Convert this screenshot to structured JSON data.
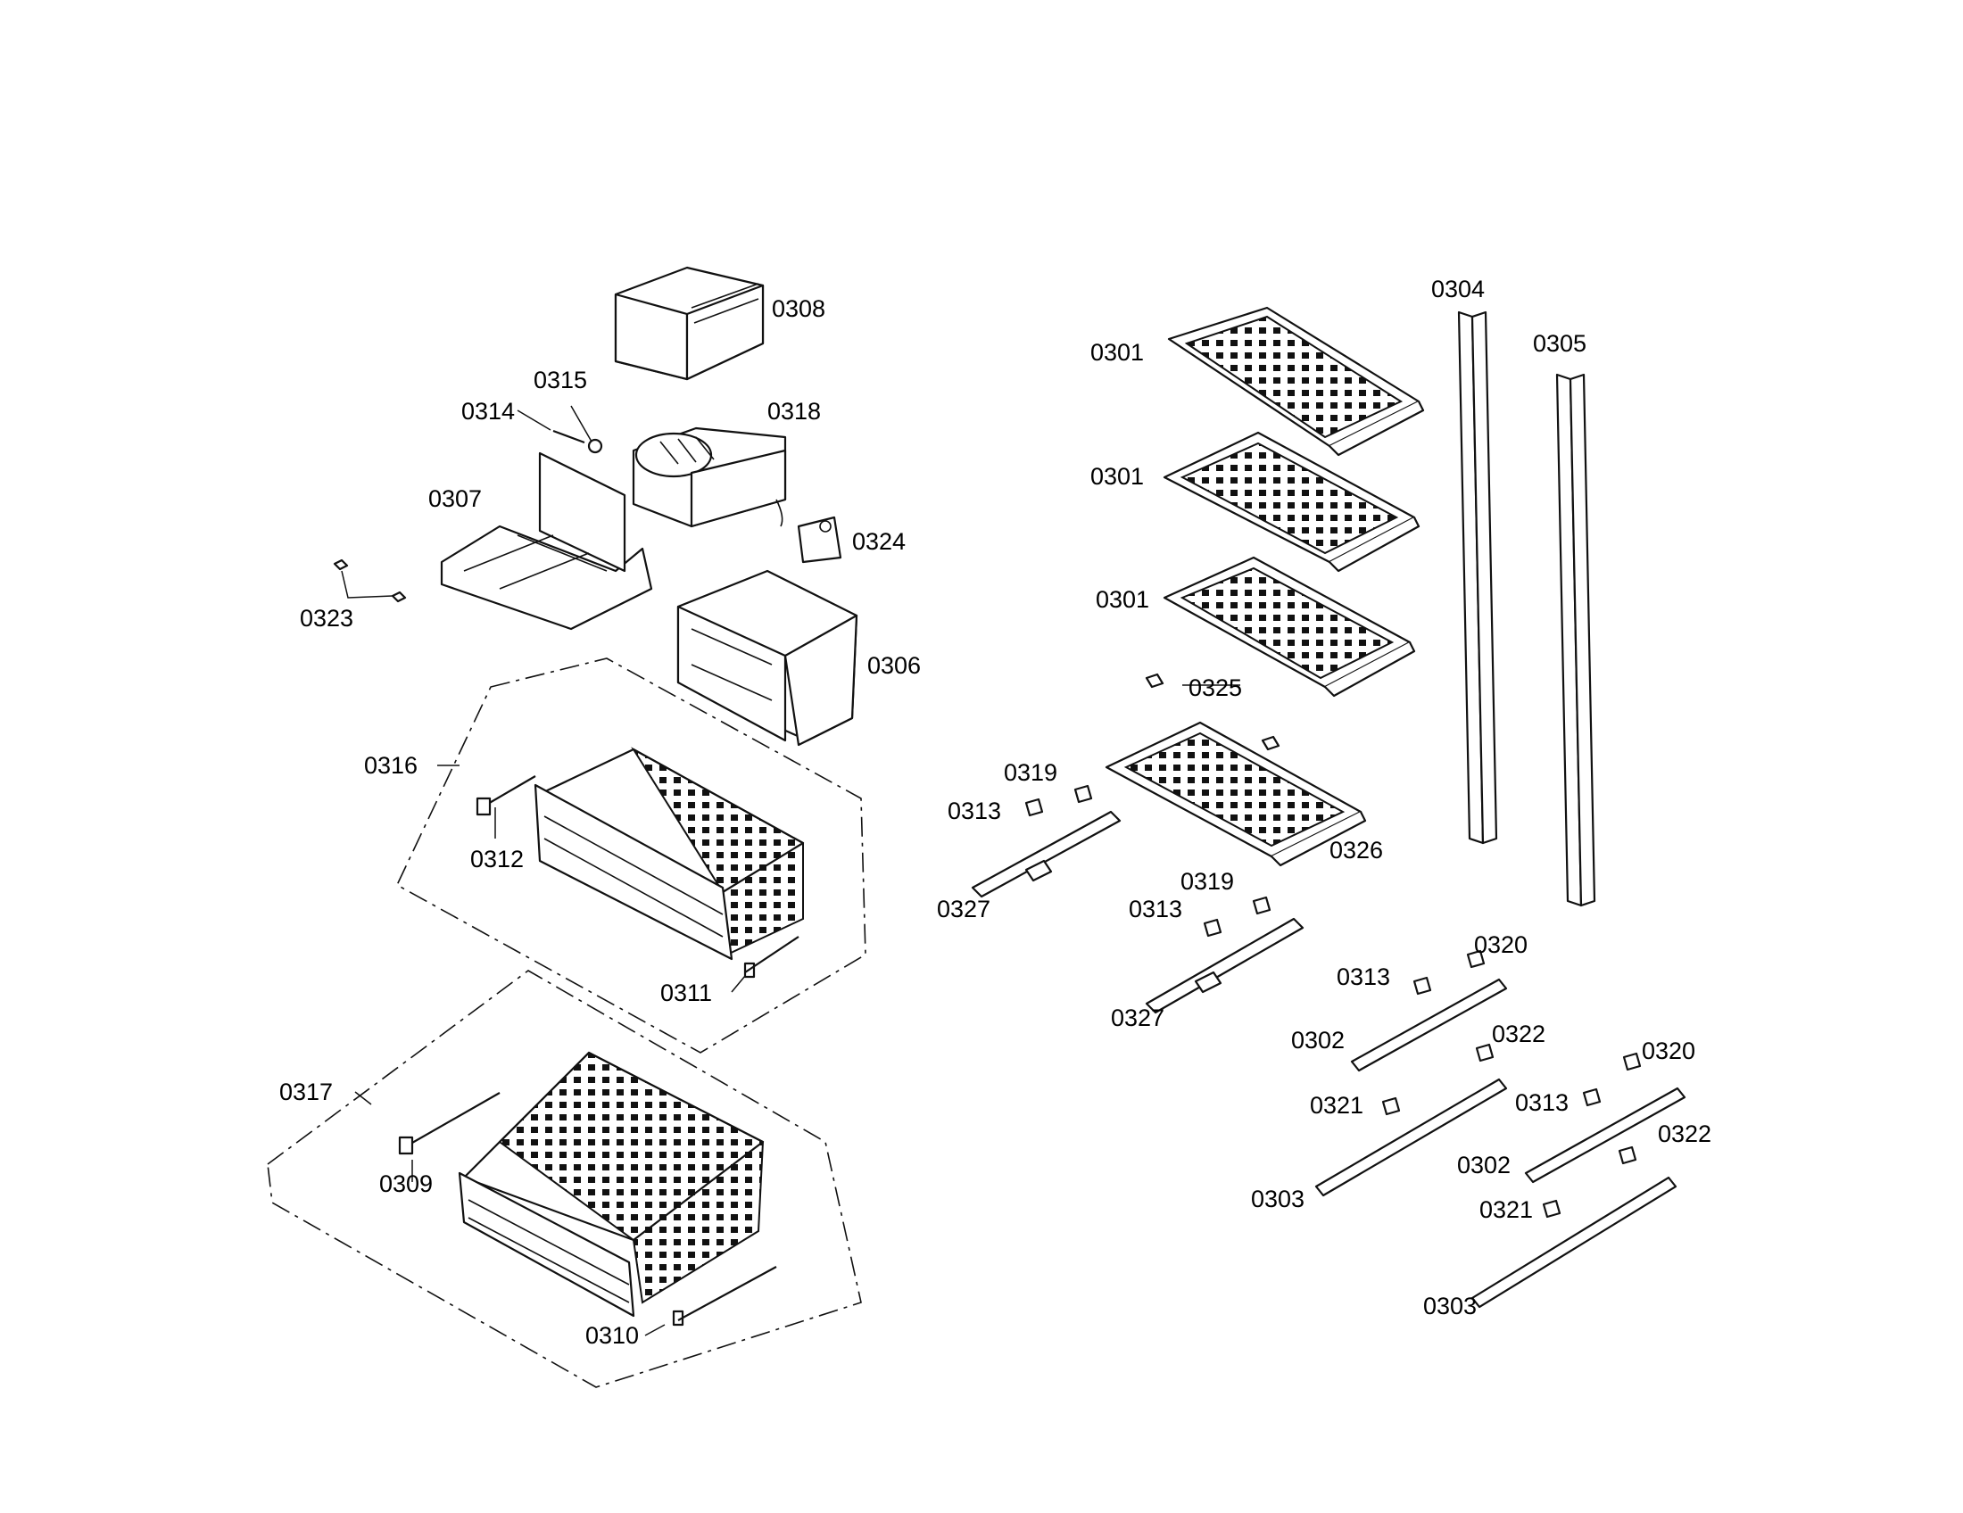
{
  "labels": {
    "p0301a": "0301",
    "p0301b": "0301",
    "p0301c": "0301",
    "p0302a": "0302",
    "p0302b": "0302",
    "p0303a": "0303",
    "p0303b": "0303",
    "p0304": "0304",
    "p0305": "0305",
    "p0306": "0306",
    "p0307": "0307",
    "p0308": "0308",
    "p0309": "0309",
    "p0310": "0310",
    "p0311": "0311",
    "p0312": "0312",
    "p0313a": "0313",
    "p0313b": "0313",
    "p0313c": "0313",
    "p0313d": "0313",
    "p0314": "0314",
    "p0315": "0315",
    "p0316": "0316",
    "p0317": "0317",
    "p0318": "0318",
    "p0319a": "0319",
    "p0319b": "0319",
    "p0320a": "0320",
    "p0320b": "0320",
    "p0321a": "0321",
    "p0321b": "0321",
    "p0322a": "0322",
    "p0322b": "0322",
    "p0323": "0323",
    "p0324": "0324",
    "p0325": "0325",
    "p0326": "0326",
    "p0327a": "0327",
    "p0327b": "0327"
  }
}
